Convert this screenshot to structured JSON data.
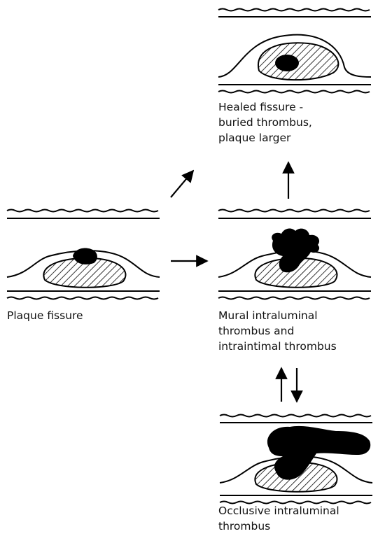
{
  "labels": {
    "healed": [
      "Healed fissure -",
      "buried thrombus,",
      "plaque larger"
    ],
    "fissure": [
      "Plaque fissure"
    ],
    "mural": [
      "Mural intraluminal",
      "thrombus and",
      "intraintimal thrombus"
    ],
    "occlusive": [
      "Occlusive intraluminal",
      "thrombus"
    ]
  },
  "colors": {
    "ink": "#000000",
    "paper": "#ffffff"
  }
}
